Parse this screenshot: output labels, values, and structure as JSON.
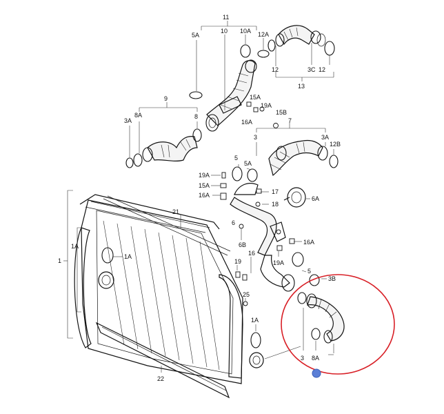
{
  "diagram": {
    "labels": {
      "l11": "11",
      "l10": "10",
      "l10A": "10A",
      "l5A_top": "5A",
      "l12A": "12A",
      "l12_top_left": "12",
      "l3C": "3C",
      "l12_top_right": "12",
      "l13": "13",
      "l9": "9",
      "l3A_left": "3A",
      "l8A_left": "8A",
      "l8": "8",
      "l15A_top": "15A",
      "l19A_top": "19A",
      "l15B": "15B",
      "l16A_top": "16A",
      "l3_mid": "3",
      "l7": "7",
      "l3A_right": "3A",
      "l12B": "12B",
      "l5_mid": "5",
      "l5A_mid": "5A",
      "l19A_mid": "19A",
      "l15A_mid": "15A",
      "l16A_mid": "16A",
      "l17": "17",
      "l18": "18",
      "l6A": "6A",
      "l21": "21",
      "l6": "6",
      "l6B": "6B",
      "l16A_right": "16A",
      "l1A_left": "1A",
      "l1": "1",
      "l1A_inner": "1A",
      "l19": "19",
      "l16": "16",
      "l19A_lower": "19A",
      "l5_lower": "5",
      "l3B": "3B",
      "l25": "25",
      "l1A_lower": "1A",
      "l3_bottom": "3",
      "l8A_bottom": "8A",
      "l22": "22"
    },
    "highlight_color": "#d81f26",
    "marker_color": "#5b7fd6"
  }
}
